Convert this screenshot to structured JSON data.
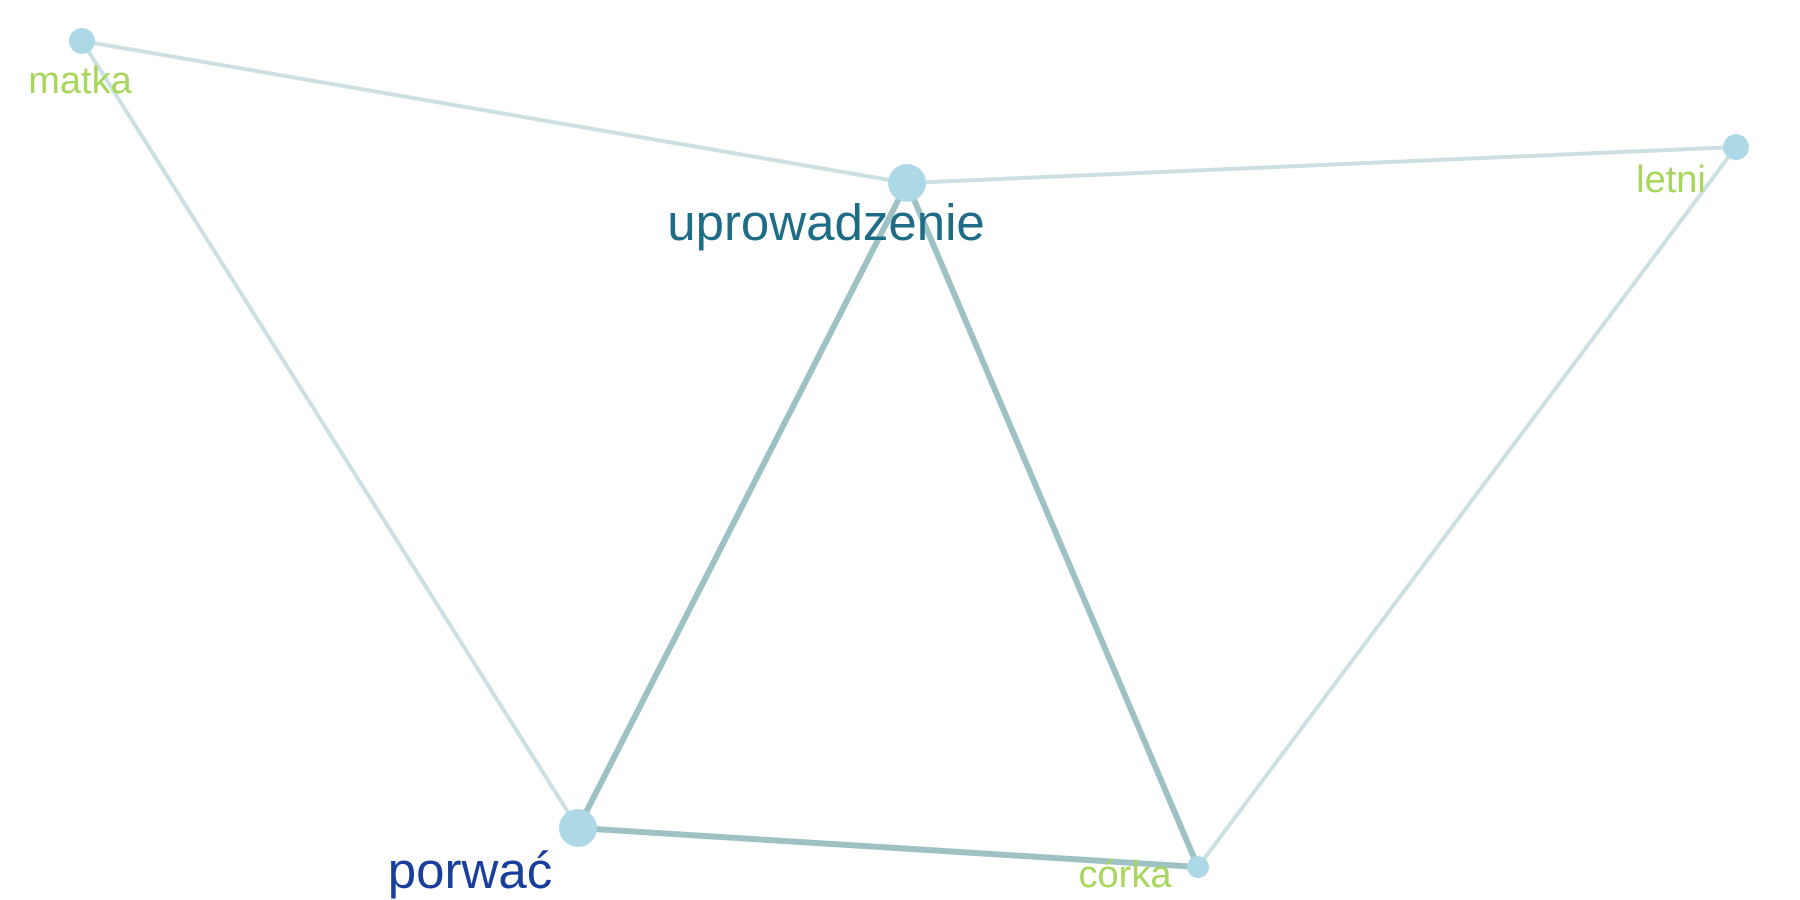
{
  "diagram": {
    "type": "word-cooccurrence-network",
    "colors": {
      "node_fill": "#ADD8E6",
      "edge_strong": "#9EC2C3",
      "edge_weak": "#CCE0E1",
      "label_primary": "#1F6C86",
      "label_secondary": "#1A3E9B",
      "label_minor": "#A8D65C"
    },
    "nodes": [
      {
        "id": "uprowadzenie",
        "label": "uprowadzenie",
        "weight": "high",
        "label_color": "#1F6C86"
      },
      {
        "id": "porwac",
        "label": "porwać",
        "weight": "high",
        "label_color": "#1A3E9B"
      },
      {
        "id": "matka",
        "label": "matka",
        "weight": "low",
        "label_color": "#A8D65C"
      },
      {
        "id": "letni",
        "label": "letni",
        "weight": "low",
        "label_color": "#A8D65C"
      },
      {
        "id": "corka",
        "label": "córka",
        "weight": "low",
        "label_color": "#A8D65C"
      }
    ],
    "edges": [
      {
        "source": "matka",
        "target": "uprowadzenie",
        "strength": "weak"
      },
      {
        "source": "matka",
        "target": "porwac",
        "strength": "weak"
      },
      {
        "source": "uprowadzenie",
        "target": "letni",
        "strength": "weak"
      },
      {
        "source": "uprowadzenie",
        "target": "porwac",
        "strength": "strong"
      },
      {
        "source": "uprowadzenie",
        "target": "corka",
        "strength": "strong"
      },
      {
        "source": "porwac",
        "target": "corka",
        "strength": "strong"
      },
      {
        "source": "letni",
        "target": "corka",
        "strength": "weak"
      }
    ]
  }
}
